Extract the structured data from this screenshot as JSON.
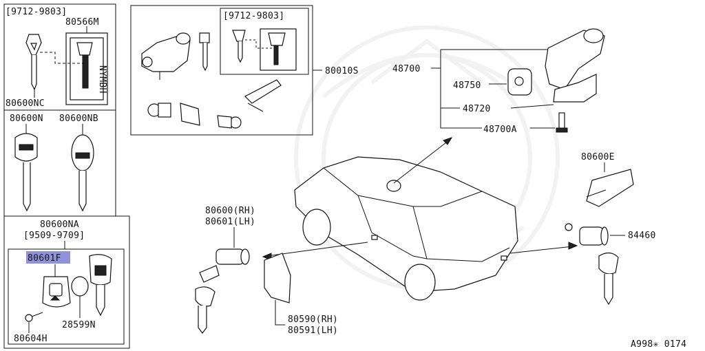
{
  "labels": {
    "panel1_range": "[9712-9803]",
    "p80566M": "80566M",
    "p80600NC": "80600NC",
    "p80600N": "80600N",
    "p80600NB": "80600NB",
    "p80600NA": "80600NA",
    "panel3_range": "[9509-9709]",
    "p80601F": "80601F",
    "p28599N": "28599N",
    "p80604H": "80604H",
    "top_range": "[9712-9803]",
    "p80010S": "80010S",
    "p48700": "48700",
    "p48750": "48750",
    "p48720": "48720",
    "p48700A": "48700A",
    "p80600E": "80600E",
    "p84460": "84460",
    "p80600RH": "80600(RH)",
    "p80601LH": "80601(LH)",
    "p80590RH": "80590(RH)",
    "p80591LH": "80591(LH)",
    "diagram_code": "A998✳ 0174",
    "trim_text": "NYMBH"
  },
  "highlight_color": "#8e93dc"
}
